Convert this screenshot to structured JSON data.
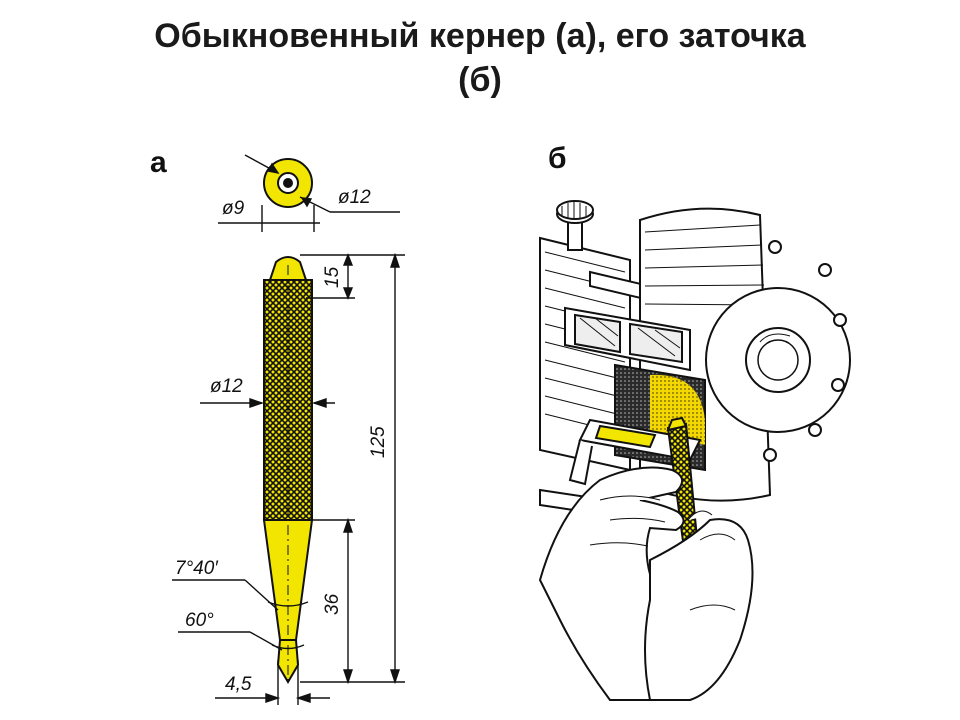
{
  "title": {
    "line1": "Обыкновенный кернер (а), его заточка",
    "line2": "(б)"
  },
  "panels": {
    "a_label": "а",
    "b_label": "б"
  },
  "dimensions": {
    "head_inner": "ø9",
    "head_outer": "ø12",
    "top_length": "15",
    "body_diameter": "ø12",
    "total_length": "125",
    "tip_length": "36",
    "taper_angle": "7°40′",
    "point_angle": "60°",
    "tip_diameter": "4,5"
  },
  "colors": {
    "accent": "#f2e600",
    "ink": "#111111"
  }
}
